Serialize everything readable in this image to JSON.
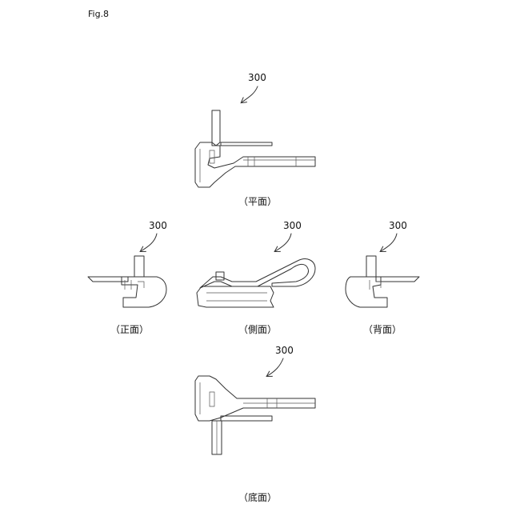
{
  "figure": {
    "label": "Fig.8"
  },
  "views": [
    {
      "ref": "300",
      "caption": "（平面）"
    },
    {
      "ref": "300",
      "caption": "（正面）"
    },
    {
      "ref": "300",
      "caption": "（側面）"
    },
    {
      "ref": "300",
      "caption": "（背面）"
    },
    {
      "ref": "300",
      "caption": "（底面）"
    }
  ]
}
